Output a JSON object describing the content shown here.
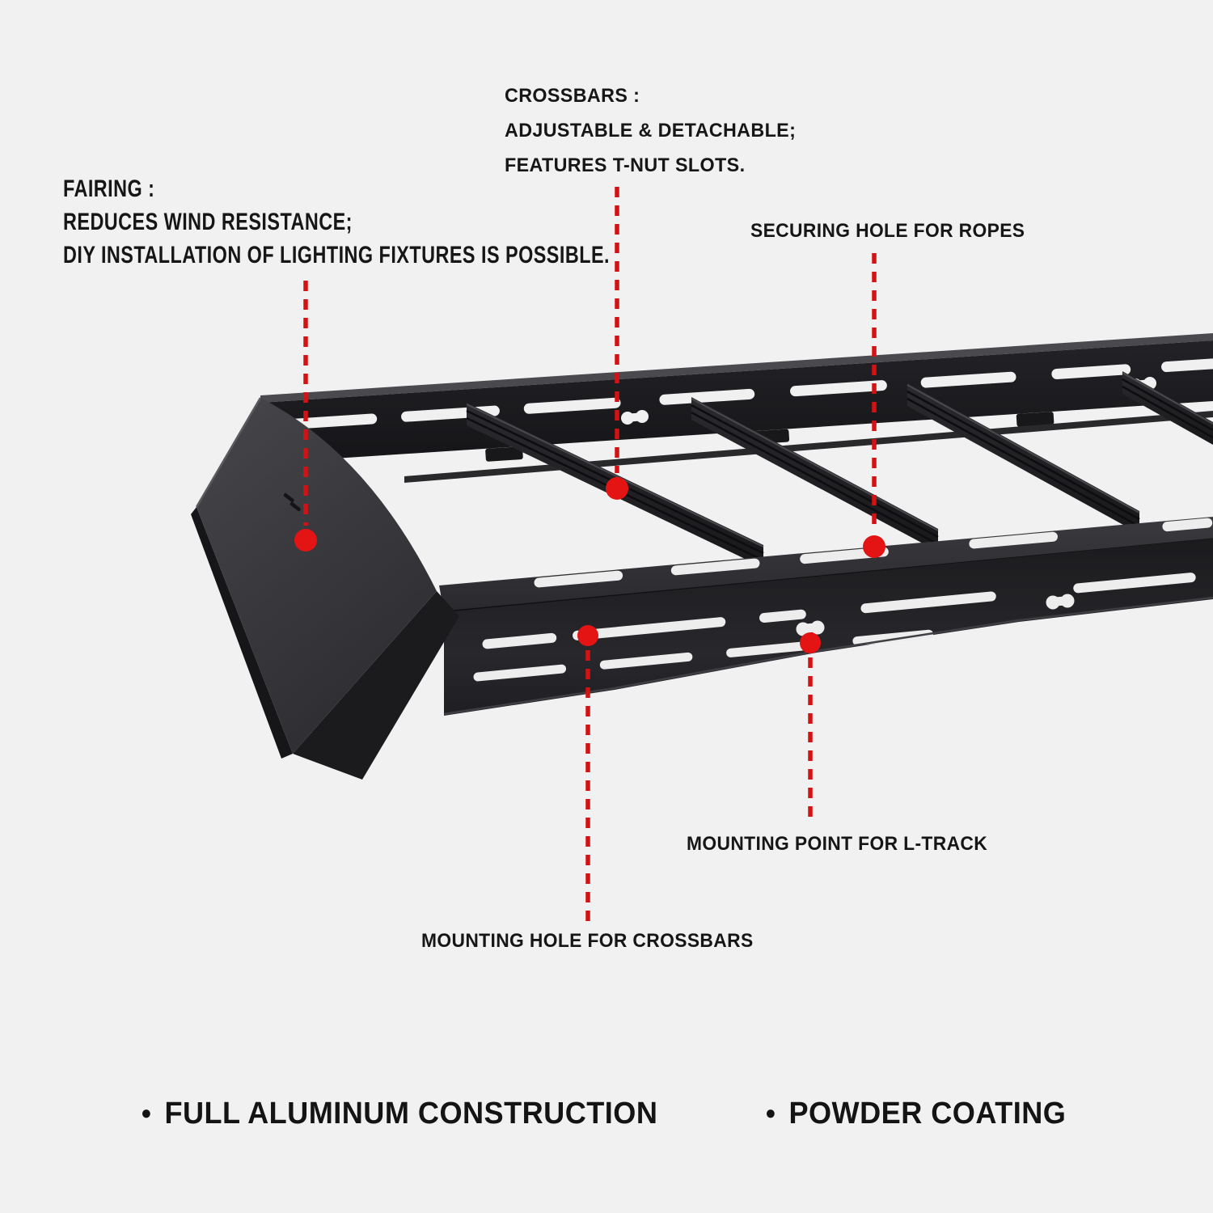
{
  "title": "Roof rack product feature diagram",
  "colors": {
    "background": "#f1f1f2",
    "rack_dark": "#1d1d20",
    "fairing_gray": "#3c3c40",
    "accent_red": "#d81414",
    "text": "#161616"
  },
  "callouts": {
    "fairing": {
      "lines": [
        "FAIRING :",
        "REDUCES WIND RESISTANCE;",
        "DIY INSTALLATION OF LIGHTING FIXTURES IS POSSIBLE."
      ]
    },
    "crossbars": {
      "lines": [
        "CROSSBARS :",
        "ADJUSTABLE & DETACHABLE;",
        "FEATURES T-NUT SLOTS."
      ]
    },
    "securing_hole": {
      "label": "SECURING HOLE FOR ROPES"
    },
    "ltrack": {
      "label": "MOUNTING POINT FOR L-TRACK"
    },
    "crossbar_hole": {
      "label": "MOUNTING HOLE FOR CROSSBARS"
    }
  },
  "features": [
    {
      "bullet": "●",
      "label": "FULL ALUMINUM CONSTRUCTION"
    },
    {
      "bullet": "●",
      "label": "POWDER COATING"
    }
  ]
}
